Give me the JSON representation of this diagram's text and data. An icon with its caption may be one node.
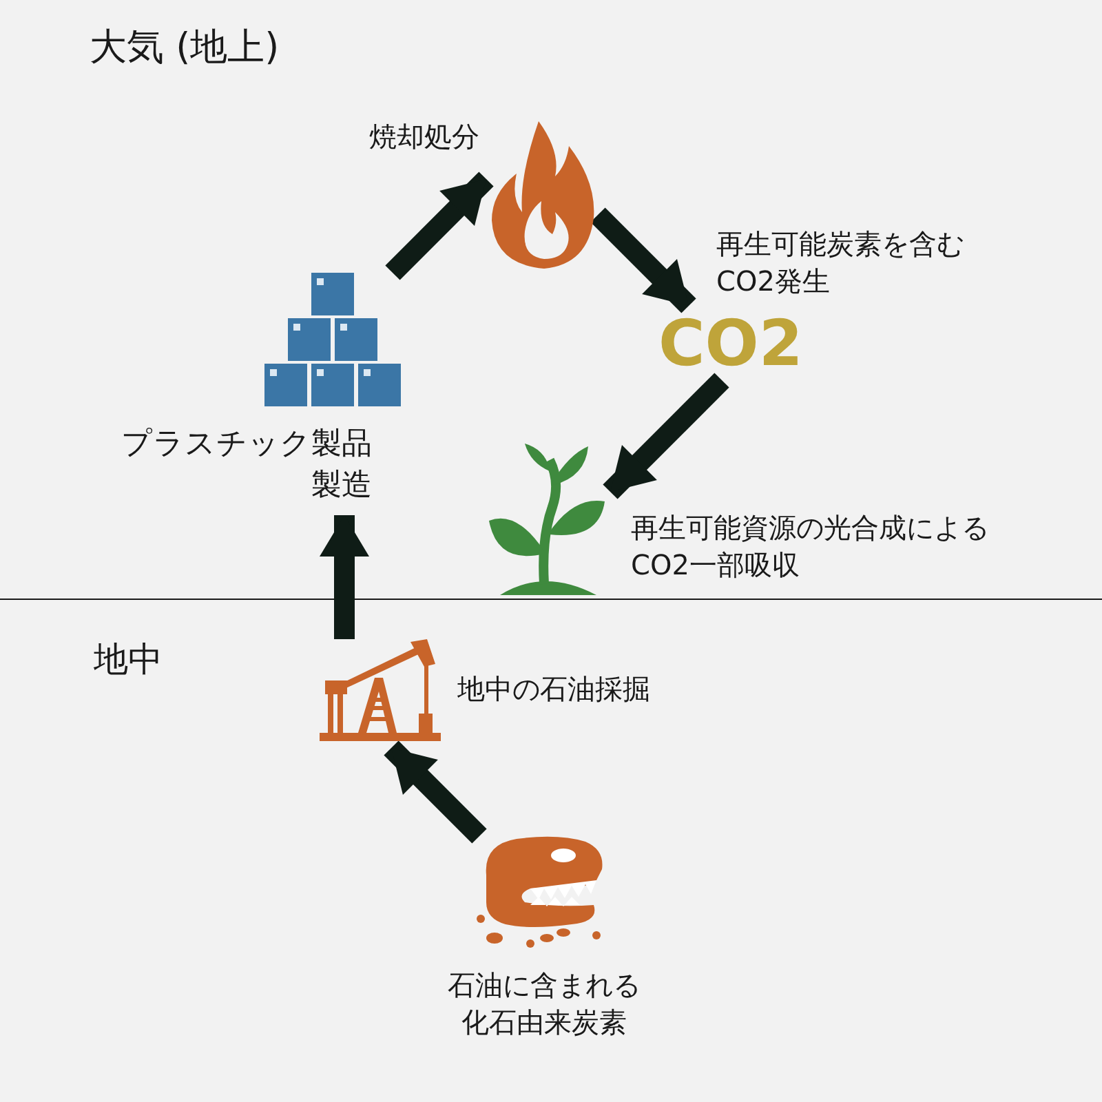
{
  "diagram": {
    "nodes": [
      {
        "text": [],
        "shape": "picture",
        "beside": [
          "石油に含まれる化石由来炭素"
        ]
      },
      {
        "text": [],
        "shape": "picture",
        "beside": [
          "地中の石油採掘"
        ]
      },
      {
        "text": [
          "プラスチック製品製造"
        ]
      },
      {
        "text": [],
        "shape": "picture",
        "beside": [
          "焼却処分"
        ]
      },
      {
        "text": [
          "CO2"
        ],
        "beside": [
          "再生可能炭素を含むCO2発生"
        ]
      },
      {
        "text": [],
        "shape": "picture",
        "beside": [
          "再生可能資源の光合成によるCO2一部吸収"
        ]
      }
    ],
    "edges": [
      {
        "from": 0,
        "to": 1,
        "arrow": "to"
      },
      {
        "from": 1,
        "to": 2,
        "arrow": "to"
      },
      {
        "from": 2,
        "to": 3,
        "arrow": "to"
      },
      {
        "from": 3,
        "to": 4,
        "arrow": "to"
      },
      {
        "from": 4,
        "to": 5,
        "arrow": "to"
      }
    ],
    "labels": [
      "大気 (地上)",
      "地中"
    ]
  }
}
